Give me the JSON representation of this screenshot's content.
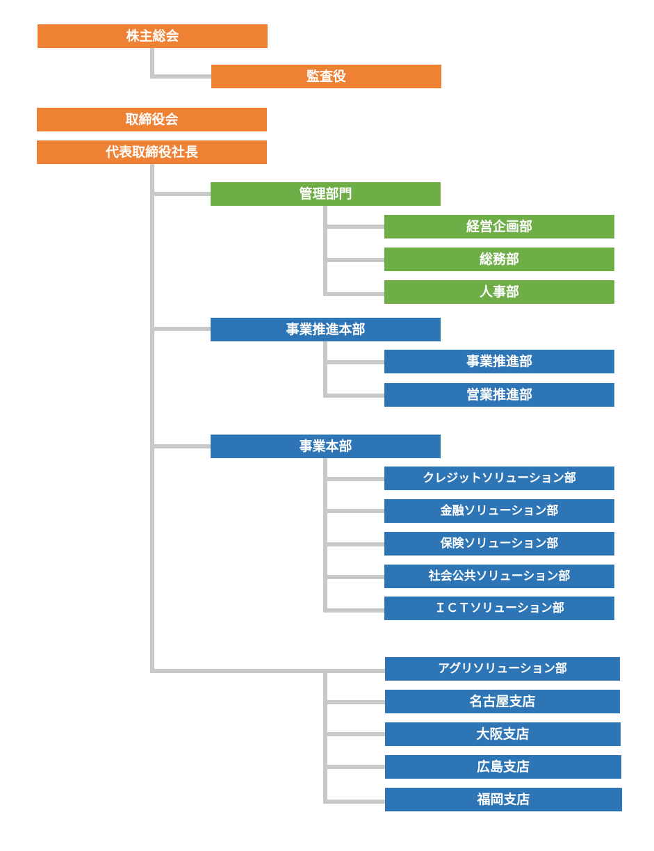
{
  "colors": {
    "orange": "#ee8133",
    "green": "#6fad47",
    "blue": "#2e75b6",
    "connector": "#c8c8c8"
  },
  "nodes": {
    "shareholders_meeting": "株主総会",
    "audit": "監査役",
    "board": "取締役会",
    "president": "代表取締役社長",
    "management_div": "管理部門",
    "corp_planning": "経営企画部",
    "general_affairs": "総務部",
    "hr": "人事部",
    "biz_promo_hq": "事業推進本部",
    "biz_promo": "事業推進部",
    "sales_promo": "営業推進部",
    "biz_hq": "事業本部",
    "credit": "クレジットソリューション部",
    "finance": "金融ソリューション部",
    "insurance": "保険ソリューション部",
    "social": "社会公共ソリューション部",
    "ict": "ＩＣＴソリューション部",
    "agri": "アグリソリューション部",
    "nagoya": "名古屋支店",
    "osaka": "大阪支店",
    "hiroshima": "広島支店",
    "fukuoka": "福岡支店"
  }
}
